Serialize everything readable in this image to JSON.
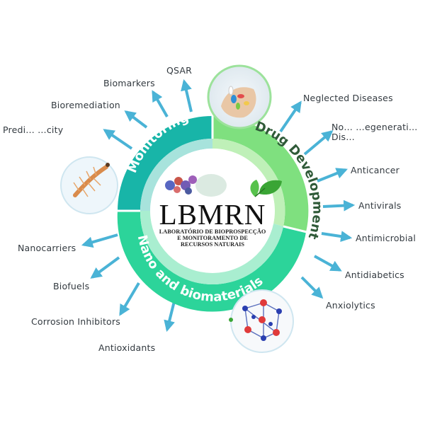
{
  "logo": {
    "title": "LBMRN",
    "subtitle_line1": "LABORATÓRIO DE BIOPROSPECÇÃO",
    "subtitle_line2": "E MONITORAMENTO DE",
    "subtitle_line3": "RECURSOS NATURAIS"
  },
  "segments": {
    "monitoring": "Monitoring",
    "drug_development": "Drug Development",
    "nano_biomaterials": "Nano and biomaterials"
  },
  "labels": {
    "qsar": "QSAR",
    "biomarkers": "Biomarkers",
    "bioremediation": "Bioremediation",
    "predictive_toxicity": "Predi… …city",
    "neglected_diseases": "Neglected Diseases",
    "neurodegenerative_1": "No… …egenerati…",
    "neurodegenerative_2": "Dis…",
    "anticancer": "Anticancer",
    "antivirals": "Antivirals",
    "antimicrobial": "Antimicrobial",
    "antidiabetics": "Antidiabetics",
    "anxiolytics": "Anxiolytics",
    "nanocarriers": "Nanocarriers",
    "biofuels": "Biofuels",
    "corrosion_inhibitors": "Corrosion Inhibitors",
    "antioxidants": "Antioxidants"
  },
  "colors": {
    "teal_dark": "#18b5a8",
    "green_light": "#7fe07f",
    "green_mid": "#2cd49a",
    "arrow": "#4ab3d6"
  }
}
